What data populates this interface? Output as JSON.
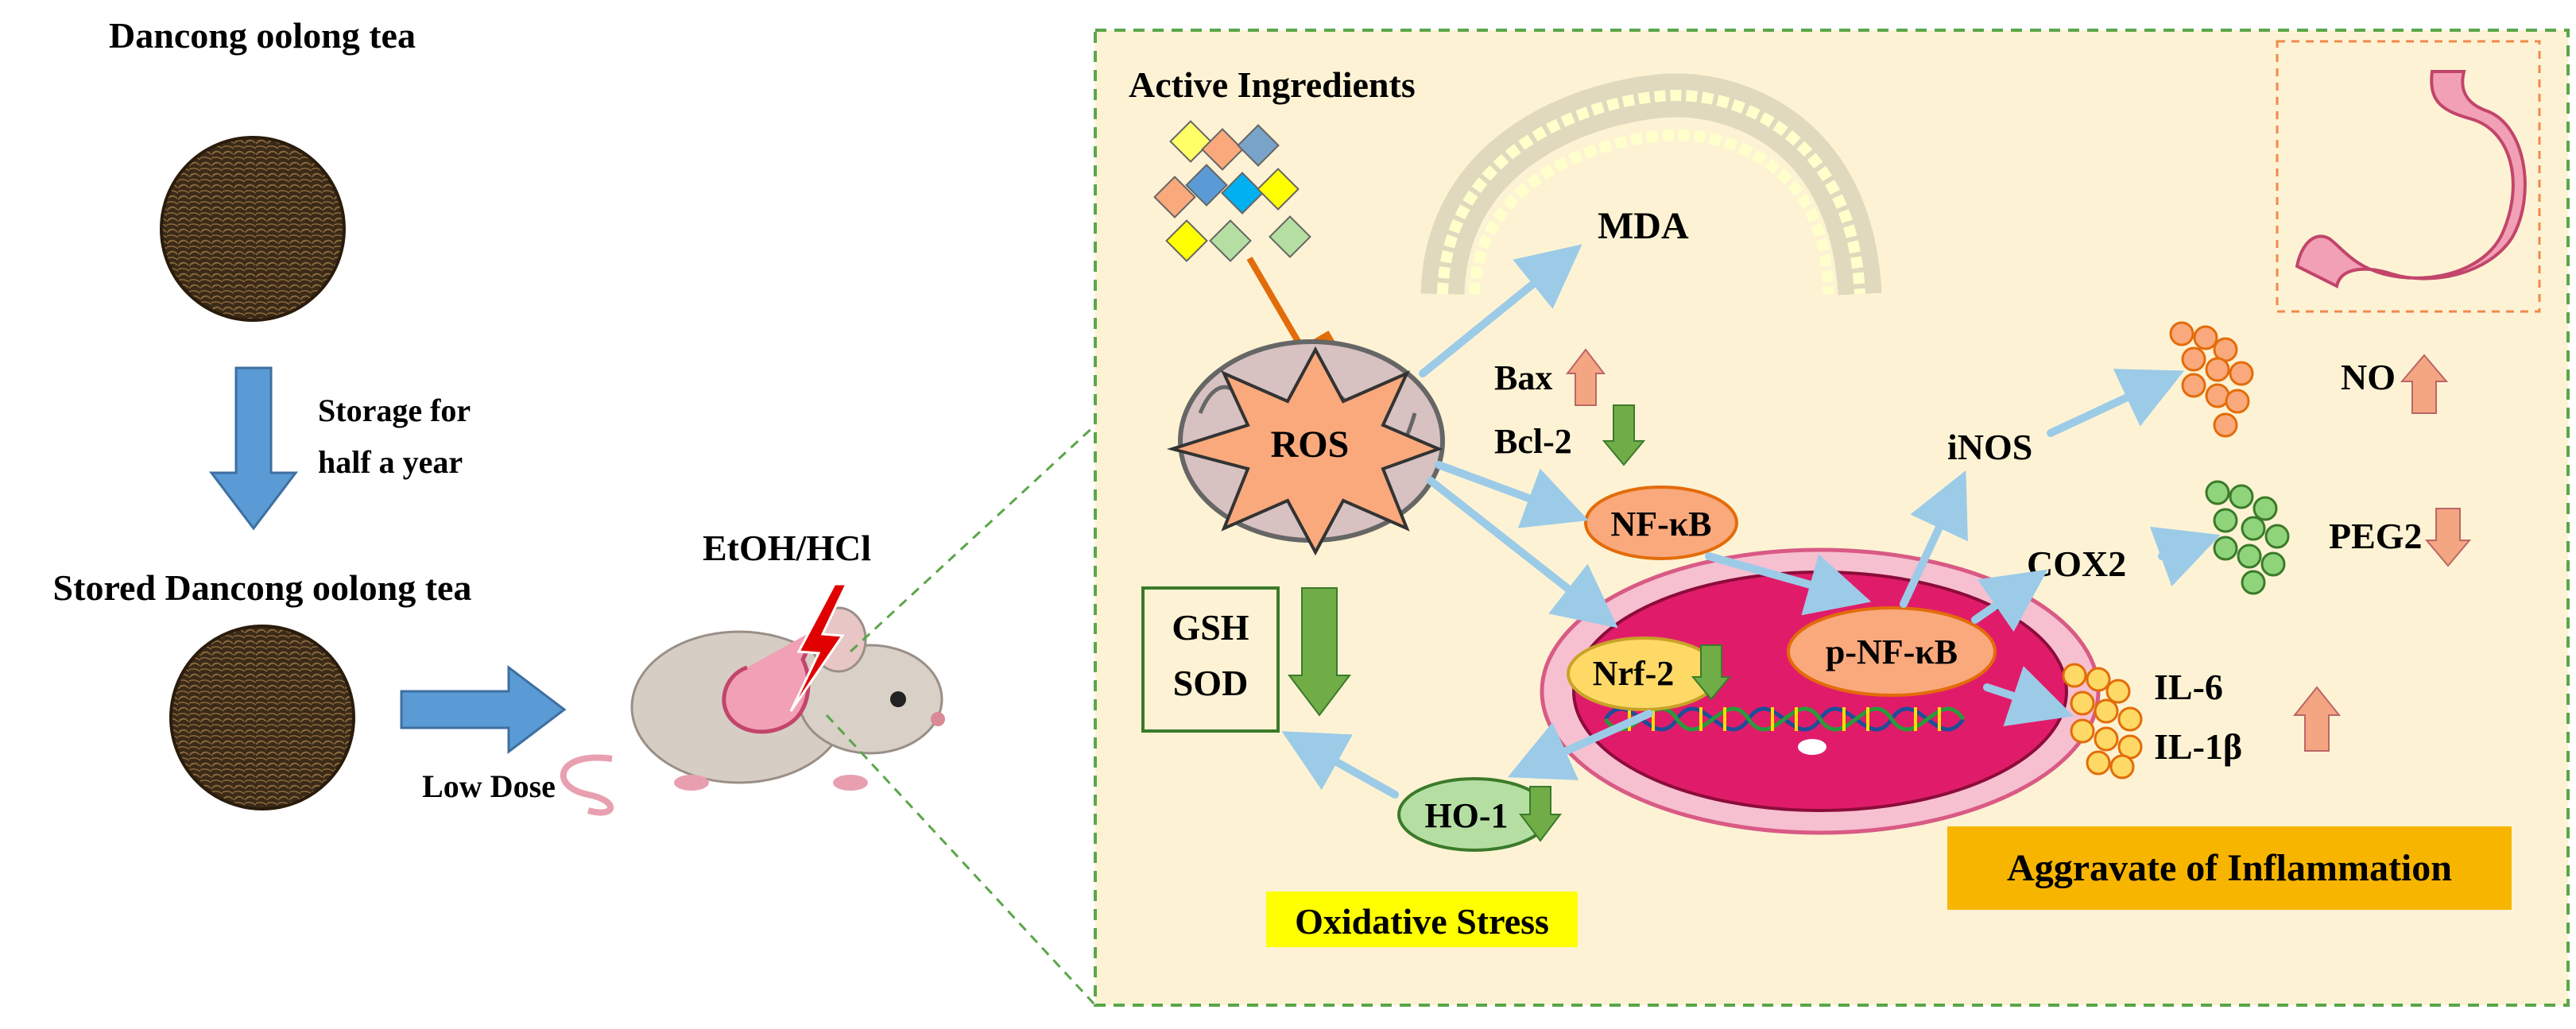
{
  "left": {
    "tea_title": "Dancong oolong tea",
    "storage_line1": "Storage for",
    "storage_line2": "half a year",
    "stored_title": "Stored Dancong oolong tea",
    "dose_label": "Low Dose",
    "model_label": "EtOH/HCl"
  },
  "panel": {
    "active_ingredients": "Active Ingredients",
    "mda": "MDA",
    "ros": "ROS",
    "bax": "Bax",
    "bcl2": "Bcl-2",
    "nfkb": "NF-κB",
    "pnfkb": "p-NF-κB",
    "nrf2": "Nrf-2",
    "ho1": "HO-1",
    "gsh": "GSH",
    "sod": "SOD",
    "inos": "iNOS",
    "no": "NO",
    "cox2": "COX2",
    "peg2": "PEG2",
    "il6": "IL-6",
    "il1b": "IL-1β",
    "oxidative_stress": "Oxidative Stress",
    "inflammation": "Aggravate of Inflammation"
  },
  "colors": {
    "panel_bg": "#fdf3d4",
    "panel_border": "#5aa64a",
    "blue_arrow": "#9ccbe8",
    "big_blue_arrow": "#5b9bd5",
    "orange_node": "#f9a97c",
    "orange_up": "#f4a582",
    "green_down": "#70ad47",
    "green_node": "#b5dfa2",
    "yellow_node": "#ffd966",
    "nucleus": "#e01c6a",
    "stomach_pink": "#f2a0b5",
    "oxidative_bg": "#ffff00",
    "inflammation_bg": "#f7b500"
  },
  "icons": [
    "tea-leaves-icon",
    "mouse-icon",
    "lightning-icon",
    "stomach-icon",
    "mitochondrion-icon",
    "membrane-icon",
    "nucleus-icon",
    "dna-icon",
    "diamond-cluster-icon",
    "cell-cluster-icon",
    "up-arrow-icon",
    "down-arrow-icon"
  ]
}
